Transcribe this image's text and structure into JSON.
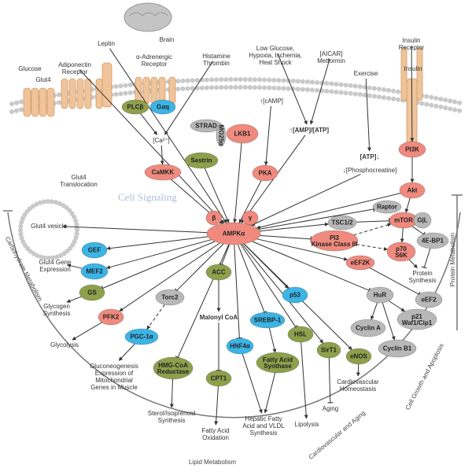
{
  "diagram": {
    "colors": {
      "kinase_red": "#f08a7e",
      "green": "#8fa04c",
      "blue": "#3cb4e6",
      "gray": "#b8b8b8",
      "membrane_protein": "#f0c49a",
      "line": "#333333"
    },
    "watermark": "Cell Signaling",
    "nodes": [
      {
        "id": "plc",
        "label": "PLCβ",
        "color": "green"
      },
      {
        "id": "gaq",
        "label": "Gαq",
        "color": "blue"
      },
      {
        "id": "camkk",
        "label": "CaMKK",
        "color": "kinase_red"
      },
      {
        "id": "strad",
        "label": "STRAD",
        "color": "gray"
      },
      {
        "id": "mo25",
        "label": "MO25α",
        "color": "gray"
      },
      {
        "id": "lkb1",
        "label": "LKB1",
        "color": "kinase_red"
      },
      {
        "id": "sestrin",
        "label": "Sestrin",
        "color": "green"
      },
      {
        "id": "pka",
        "label": "PKA",
        "color": "kinase_red"
      },
      {
        "id": "pi3k",
        "label": "PI3K",
        "color": "kinase_red"
      },
      {
        "id": "akt",
        "label": "Akt",
        "color": "kinase_red"
      },
      {
        "id": "raptor",
        "label": "Raptor",
        "color": "gray"
      },
      {
        "id": "mtor",
        "label": "mTOR",
        "color": "kinase_red"
      },
      {
        "id": "gl",
        "label": "G|L",
        "color": "gray"
      },
      {
        "id": "tsc",
        "label": "TSC1/2",
        "color": "gray"
      },
      {
        "id": "pi3kc3",
        "label": "PI3 Kinase Class III",
        "color": "kinase_red"
      },
      {
        "id": "p70",
        "label": "p70 S6K",
        "color": "kinase_red"
      },
      {
        "id": "ebp1",
        "label": "4E-BP1",
        "color": "gray"
      },
      {
        "id": "eef2k",
        "label": "eEF2K",
        "color": "kinase_red"
      },
      {
        "id": "eef2",
        "label": "eEF2",
        "color": "gray"
      },
      {
        "id": "p53",
        "label": "p53",
        "color": "blue"
      },
      {
        "id": "hur",
        "label": "HuR",
        "color": "gray"
      },
      {
        "id": "p21",
        "label": "p21 Waf1/Cip1",
        "color": "gray"
      },
      {
        "id": "cyca",
        "label": "Cyclin A",
        "color": "gray"
      },
      {
        "id": "cycb",
        "label": "Cyclin B1",
        "color": "gray"
      },
      {
        "id": "gef",
        "label": "GEF",
        "color": "blue"
      },
      {
        "id": "mef2",
        "label": "MEF2",
        "color": "blue"
      },
      {
        "id": "gs",
        "label": "GS",
        "color": "green"
      },
      {
        "id": "pfk2",
        "label": "PFK2",
        "color": "kinase_red"
      },
      {
        "id": "torc2",
        "label": "Torc2",
        "color": "gray"
      },
      {
        "id": "pgc",
        "label": "PGC-1α",
        "color": "blue"
      },
      {
        "id": "hmg",
        "label": "HMG-CoA Reductase",
        "color": "green"
      },
      {
        "id": "acc",
        "label": "ACC",
        "color": "green"
      },
      {
        "id": "cpt1",
        "label": "CPT1",
        "color": "green"
      },
      {
        "id": "hnf",
        "label": "HNF4α",
        "color": "blue"
      },
      {
        "id": "srebp",
        "label": "SREBP-1",
        "color": "blue"
      },
      {
        "id": "fas",
        "label": "Fatty Acid Synthase",
        "color": "green"
      },
      {
        "id": "hsl",
        "label": "HSL",
        "color": "green"
      },
      {
        "id": "sirt1",
        "label": "SirT1",
        "color": "green"
      },
      {
        "id": "enos",
        "label": "eNOS",
        "color": "green"
      },
      {
        "id": "beta",
        "label": "β",
        "color": "kinase_red"
      },
      {
        "id": "gamma",
        "label": "γ",
        "color": "kinase_red"
      },
      {
        "id": "ampk",
        "label": "AMPKα",
        "color": "kinase_red"
      }
    ],
    "texts": [
      {
        "id": "glucose",
        "label": "Glucose"
      },
      {
        "id": "glut4",
        "label": "Glut4"
      },
      {
        "id": "adipo",
        "label": "Adiponectin Receptor"
      },
      {
        "id": "leptin",
        "label": "Leptin"
      },
      {
        "id": "brain",
        "label": "Brain"
      },
      {
        "id": "alpha",
        "label": "α-Adrenergic Receptor"
      },
      {
        "id": "hist",
        "label": "Histamine Thrombin"
      },
      {
        "id": "ca",
        "label": "[Ca²⁺]"
      },
      {
        "id": "lowglu",
        "label": "Low Glucose, Hypoxia, Ischemia, Heat Shock"
      },
      {
        "id": "aicar",
        "label": "[AICAR] Metformin"
      },
      {
        "id": "camp",
        "label": "↑[cAMP]"
      },
      {
        "id": "amp",
        "label": "↑[AMP]/[ATP]"
      },
      {
        "id": "exercise",
        "label": "Exercise"
      },
      {
        "id": "atp",
        "label": "[ATP]↓"
      },
      {
        "id": "pcr",
        "label": "↓[Phosphocreatine]"
      },
      {
        "id": "insr",
        "label": "Insulin Receptor"
      },
      {
        "id": "insulin",
        "label": "Insulin"
      },
      {
        "id": "transloc",
        "label": "Glut4 Translocation"
      },
      {
        "id": "vesicle",
        "label": "Glut4 vesicle"
      },
      {
        "id": "glut4ge",
        "label": "Glut4 Gene Expression"
      },
      {
        "id": "glycogen",
        "label": "Glycogen Synthesis"
      },
      {
        "id": "glycolysis",
        "label": "Glycolysis"
      },
      {
        "id": "glucon",
        "label": "Gluconeogenesis Expression of Mitochondrial Genes in Muscle"
      },
      {
        "id": "sterol",
        "label": "Sterol/Isoprenoid Synthesis"
      },
      {
        "id": "malonyl",
        "label": "Malonyl CoA"
      },
      {
        "id": "fao",
        "label": "Fatty Acid Oxidation"
      },
      {
        "id": "hepatic",
        "label": "Hepatic Fatty Acid and VLDL Synthesis"
      },
      {
        "id": "lipolysis",
        "label": "Lipolysis"
      },
      {
        "id": "aging",
        "label": "Aging"
      },
      {
        "id": "cardio",
        "label": "Cardiovascular Homeostasis"
      },
      {
        "id": "protsyn",
        "label": "Protein Synthesis"
      }
    ],
    "categories": [
      "Carbohydrate Metabolism",
      "Lipid Metabolism",
      "Cardiovascular and Aging",
      "Cell Growth and Apoptosis",
      "Protein Metabolism"
    ],
    "edges": [
      [
        "adipo",
        "ampk",
        "a"
      ],
      [
        "leptin",
        "ampk",
        "a"
      ],
      [
        "plc",
        "ca",
        "a"
      ],
      [
        "hist",
        "ca",
        "a"
      ],
      [
        "ca",
        "camkk",
        "a"
      ],
      [
        "camkk",
        "ampk",
        "a"
      ],
      [
        "lkb1",
        "ampk",
        "a"
      ],
      [
        "sestrin",
        "ampk",
        "a"
      ],
      [
        "camp",
        "pka",
        "a"
      ],
      [
        "pka",
        "ampk",
        "a"
      ],
      [
        "lowglu",
        "amp",
        "a"
      ],
      [
        "aicar",
        "amp",
        "a"
      ],
      [
        "amp",
        "ampk",
        "a"
      ],
      [
        "exercise",
        "atp",
        "a"
      ],
      [
        "pcr",
        "ampk",
        "a"
      ],
      [
        "insr",
        "pi3k",
        "a"
      ],
      [
        "pi3k",
        "akt",
        "a"
      ],
      [
        "akt",
        "ampk",
        "a"
      ],
      [
        "akt",
        "mtor",
        "a"
      ],
      [
        "ampk",
        "raptor",
        "i"
      ],
      [
        "ampk",
        "tsc",
        "a"
      ],
      [
        "tsc",
        "mtor",
        "i"
      ],
      [
        "ampk",
        "pi3kc3",
        "i"
      ],
      [
        "pi3kc3",
        "mtor",
        "d"
      ],
      [
        "pi3kc3",
        "p70",
        "d"
      ],
      [
        "mtor",
        "p70",
        "a"
      ],
      [
        "mtor",
        "ebp1",
        "i"
      ],
      [
        "p70",
        "protsyn",
        "a"
      ],
      [
        "ebp1",
        "protsyn",
        "i"
      ],
      [
        "ampk",
        "eef2k",
        "a"
      ],
      [
        "eef2k",
        "eef2",
        "i"
      ],
      [
        "ampk",
        "p53",
        "a"
      ],
      [
        "ampk",
        "hur",
        "i"
      ],
      [
        "hur",
        "cyca",
        "a"
      ],
      [
        "hur",
        "cycb",
        "a"
      ],
      [
        "hur",
        "p21",
        "a"
      ],
      [
        "ampk",
        "gef",
        "a"
      ],
      [
        "ampk",
        "mef2",
        "a"
      ],
      [
        "mef2",
        "glut4ge",
        "a"
      ],
      [
        "ampk",
        "gs",
        "i"
      ],
      [
        "gs",
        "glycogen",
        "a"
      ],
      [
        "ampk",
        "pfk2",
        "a"
      ],
      [
        "pfk2",
        "glycolysis",
        "a"
      ],
      [
        "ampk",
        "torc2",
        "i"
      ],
      [
        "torc2",
        "pgc",
        "d"
      ],
      [
        "pgc",
        "glucon",
        "a"
      ],
      [
        "ampk",
        "hmg",
        "i"
      ],
      [
        "hmg",
        "sterol",
        "a"
      ],
      [
        "ampk",
        "acc",
        "i"
      ],
      [
        "acc",
        "malonyl",
        "a"
      ],
      [
        "malonyl",
        "cpt1",
        "i"
      ],
      [
        "cpt1",
        "fao",
        "a"
      ],
      [
        "ampk",
        "hnf",
        "i"
      ],
      [
        "hnf",
        "hepatic",
        "a"
      ],
      [
        "ampk",
        "srebp",
        "i"
      ],
      [
        "srebp",
        "fas",
        "a"
      ],
      [
        "fas",
        "hepatic",
        "a"
      ],
      [
        "ampk",
        "hsl",
        "i"
      ],
      [
        "hsl",
        "lipolysis",
        "a"
      ],
      [
        "ampk",
        "sirt1",
        "a"
      ],
      [
        "sirt1",
        "aging",
        "i"
      ],
      [
        "ampk",
        "enos",
        "a"
      ],
      [
        "enos",
        "cardio",
        "a"
      ],
      [
        "ampk",
        "vesicle",
        "a"
      ]
    ]
  }
}
